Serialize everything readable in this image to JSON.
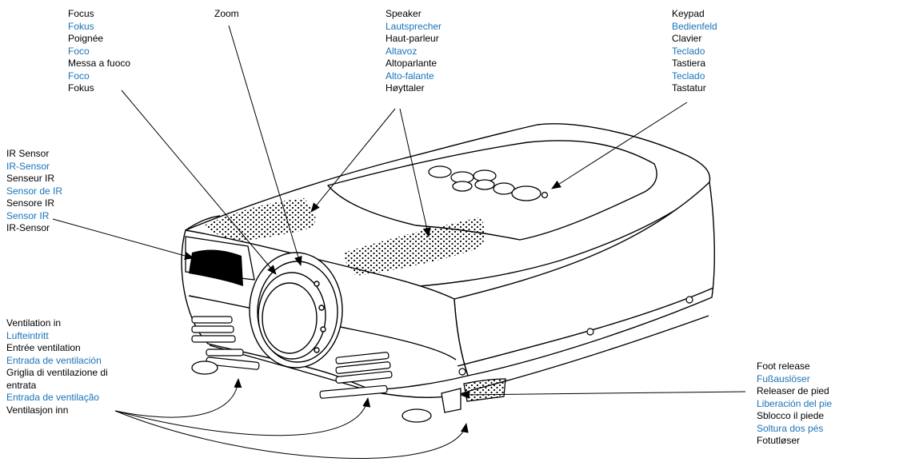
{
  "colors": {
    "primary_text": "#000000",
    "translation_text": "#1a73b8",
    "outline": "#000000"
  },
  "labels": {
    "focus": {
      "lines": [
        "Focus",
        "Fokus",
        "Poignée",
        "Foco",
        "Messa a fuoco",
        "Foco",
        "Fokus"
      ],
      "highlight": [
        false,
        true,
        false,
        true,
        false,
        true,
        false
      ]
    },
    "zoom": {
      "lines": [
        "Zoom"
      ],
      "highlight": [
        false
      ]
    },
    "speaker": {
      "lines": [
        "Speaker",
        "Lautsprecher",
        "Haut-parleur",
        "Altavoz",
        "Altoparlante",
        "Alto-falante",
        "Høyttaler"
      ],
      "highlight": [
        false,
        true,
        false,
        true,
        false,
        true,
        false
      ]
    },
    "keypad": {
      "lines": [
        "Keypad",
        "Bedienfeld",
        "Clavier",
        "Teclado",
        "Tastiera",
        "Teclado",
        "Tastatur"
      ],
      "highlight": [
        false,
        true,
        false,
        true,
        false,
        true,
        false
      ]
    },
    "ir": {
      "lines": [
        "IR Sensor",
        "IR-Sensor",
        "Senseur IR",
        "Sensor de IR",
        "Sensore IR",
        "Sensor IR",
        "IR-Sensor"
      ],
      "highlight": [
        false,
        true,
        false,
        true,
        false,
        true,
        false
      ]
    },
    "vent": {
      "lines": [
        "Ventilation in",
        "Lufteintritt",
        "Entrée ventilation",
        "Entrada de ventilación",
        "Griglia di ventilazione di",
        "entrata",
        "Entrada de ventilação",
        "Ventilasjon inn"
      ],
      "highlight": [
        false,
        true,
        false,
        true,
        false,
        false,
        true,
        false
      ]
    },
    "foot": {
      "lines": [
        "Foot release",
        "Fußauslöser",
        "Releaser de pied",
        "Liberación del pie",
        "Sblocco il piede",
        "Soltura dos pés",
        "Fotutløser"
      ],
      "highlight": [
        false,
        true,
        false,
        true,
        false,
        true,
        false
      ]
    }
  }
}
